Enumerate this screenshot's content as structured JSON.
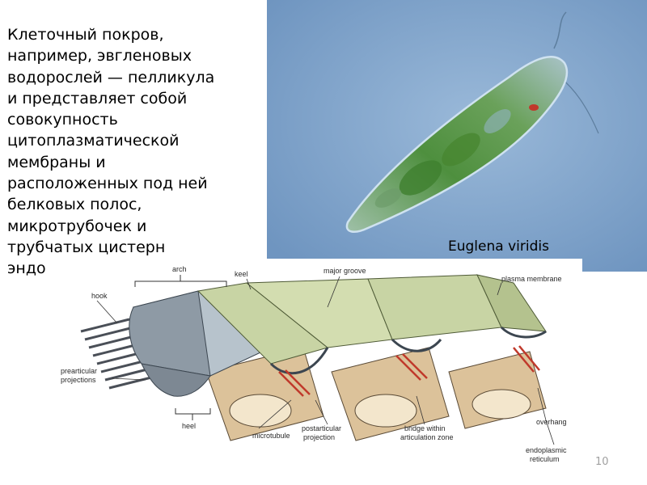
{
  "slide": {
    "body_text": "Клеточный покров,\nнапример, эвгленовых\nводорослей — пелликула\nи представляет собой\nсовокупность\nцитоплазматической\nмембраны и\nрасположенных под ней\nбелковых полос,\nмикротрубочек и\nтрубчатых цистерн\nэндо",
    "photo_caption": "Euglena viridis",
    "page_number": "10"
  },
  "diagram": {
    "labels": {
      "arch": "arch",
      "keel": "keel",
      "major_groove": "major groove",
      "plasma_membrane": "plasma membrane",
      "hook": "hook",
      "prearticular_line1": "prearticular",
      "prearticular_line2": "projections",
      "heel": "heel",
      "microtubule": "microtubule",
      "postarticular_line1": "postarticular",
      "postarticular_line2": "projection",
      "bridge_line1": "bridge within",
      "bridge_line2": "articulation zone",
      "overhang": "overhang",
      "er_line1": "endoplasmic",
      "er_line2": "reticulum"
    }
  },
  "colors": {
    "photo_background": "#7ea3cb",
    "strip_green": "#c8d4a4",
    "arch_blue_grey": "#b7c3cc",
    "microtubule_tan": "#dcc29a",
    "accent_red": "#c0392b"
  }
}
